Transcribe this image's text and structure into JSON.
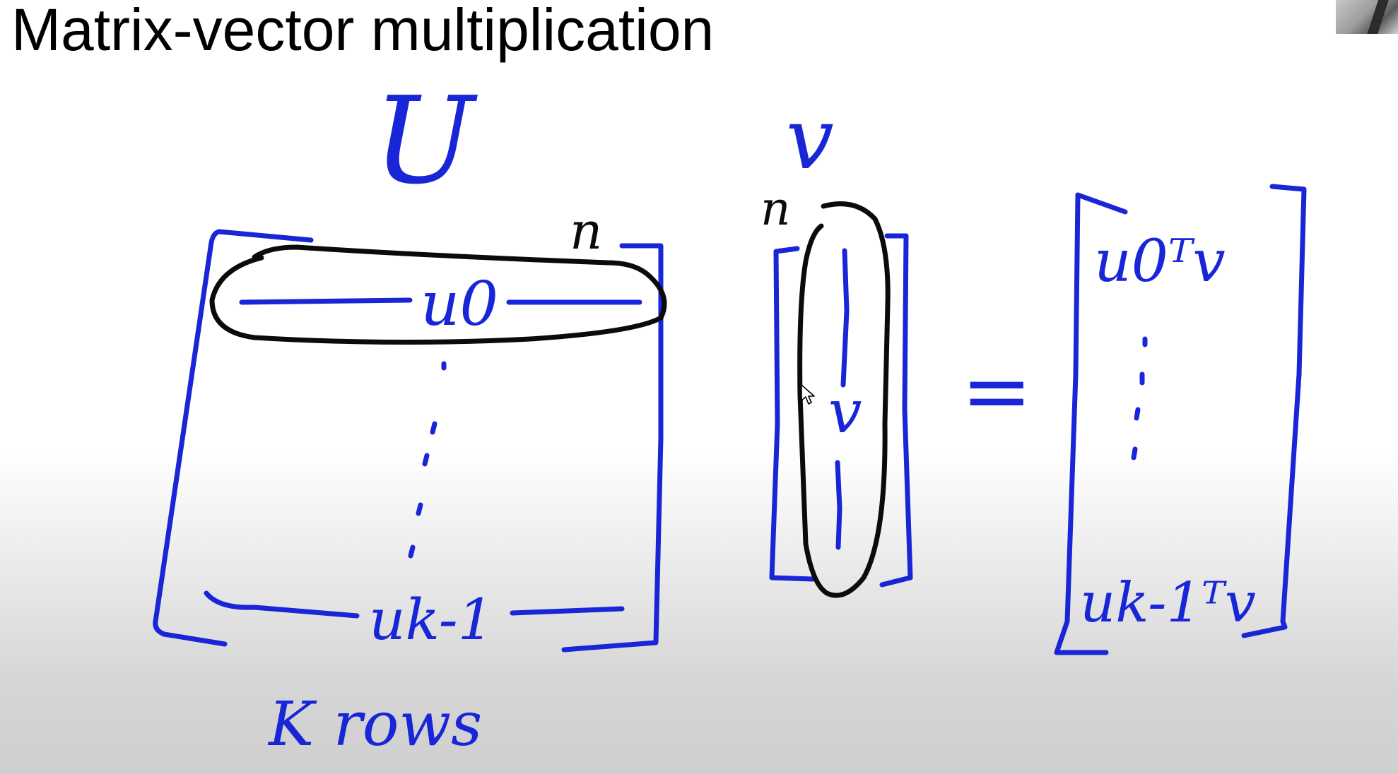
{
  "slide": {
    "title": "Matrix-vector multiplication"
  },
  "whiteboard": {
    "ink_color": "#1826d8",
    "highlight_color": "#0b0b0b",
    "matrix_label": "U",
    "vector_label": "v",
    "row_dim_label": "n",
    "vector_dim_label": "n",
    "first_row_label": "u0",
    "last_row_label": "uk-1",
    "rows_count_label": "K rows",
    "vector_inner_label": "v",
    "equals_sign": "=",
    "result_first_entry": "u0ᵀv",
    "result_last_entry": "uk-1ᵀv"
  },
  "webcam": {
    "icon": "webcam-thumbnail"
  },
  "cursor": {
    "icon": "mouse-pointer-icon"
  }
}
